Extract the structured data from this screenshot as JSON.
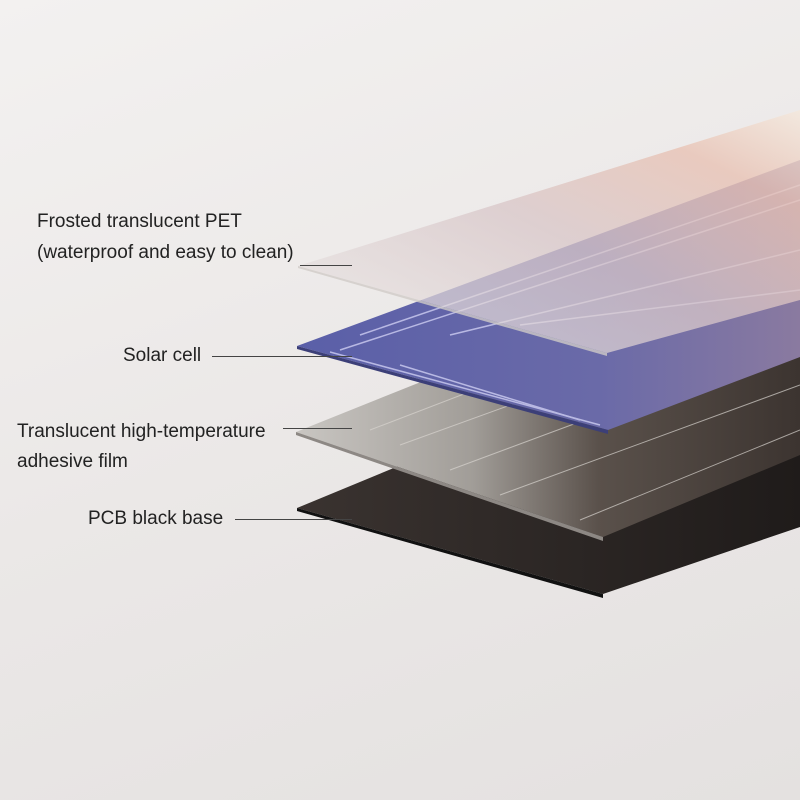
{
  "labels": {
    "pet_line1": "Frosted translucent PET",
    "pet_line2": "(waterproof and easy to clean)",
    "solar_cell": "Solar cell",
    "adhesive_line1": "Translucent high-temperature",
    "adhesive_line2": "adhesive film",
    "pcb": "PCB black base"
  },
  "colors": {
    "pet": "#e6e2de",
    "solar_cell": "#6468a8",
    "adhesive": "#b9b6b1",
    "pcb": "#2c2725"
  }
}
